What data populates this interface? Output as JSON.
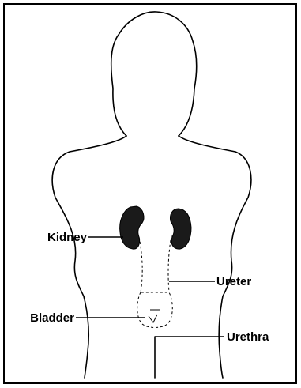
{
  "diagram": {
    "labels": {
      "kidney": "Kidney",
      "ureter": "Ureter",
      "bladder": "Bladder",
      "urethra": "Urethra"
    },
    "colors": {
      "outline": "#000000",
      "organ_fill": "#1a1a1a",
      "background": "#ffffff"
    }
  }
}
